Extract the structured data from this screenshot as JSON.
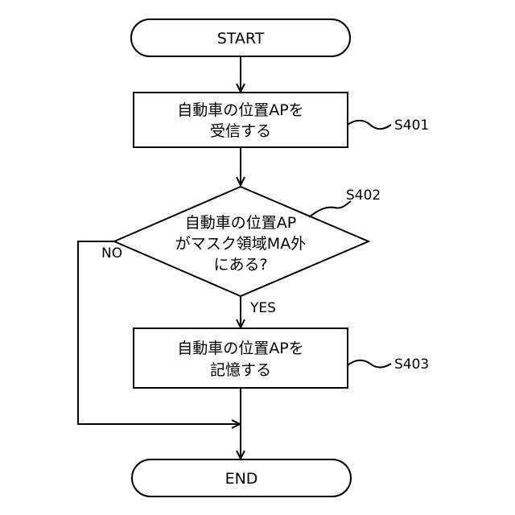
{
  "flowchart": {
    "start": {
      "label": "START"
    },
    "step1": {
      "line1": "自動車の位置APを",
      "line2": "受信する",
      "ref": "S401"
    },
    "decision": {
      "line1": "自動車の位置AP",
      "line2": "がマスク領域MA外",
      "line3": "にある?",
      "ref": "S402",
      "yes_label": "YES",
      "no_label": "NO"
    },
    "step2": {
      "line1": "自動車の位置APを",
      "line2": "記憶する",
      "ref": "S403"
    },
    "end": {
      "label": "END"
    }
  }
}
